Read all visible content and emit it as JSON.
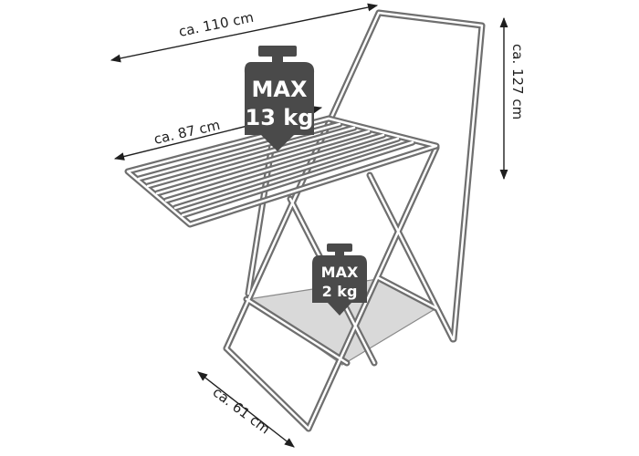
{
  "dimensions": {
    "width_overall": "ca. 110 cm",
    "width_top": "ca. 87 cm",
    "height": "ca. 127 cm",
    "depth": "ca. 61 cm"
  },
  "weights": {
    "top": {
      "line1": "MAX",
      "line2": "13 kg"
    },
    "bottom": {
      "line1": "MAX",
      "line2": "2 kg"
    }
  },
  "colors": {
    "frame": "#6f6f6f",
    "frame_inner": "#ffffff",
    "weight_badge": "#4a4a4a",
    "shelf": "#d9d9d9",
    "dimension_line": "#1f1f1f"
  }
}
